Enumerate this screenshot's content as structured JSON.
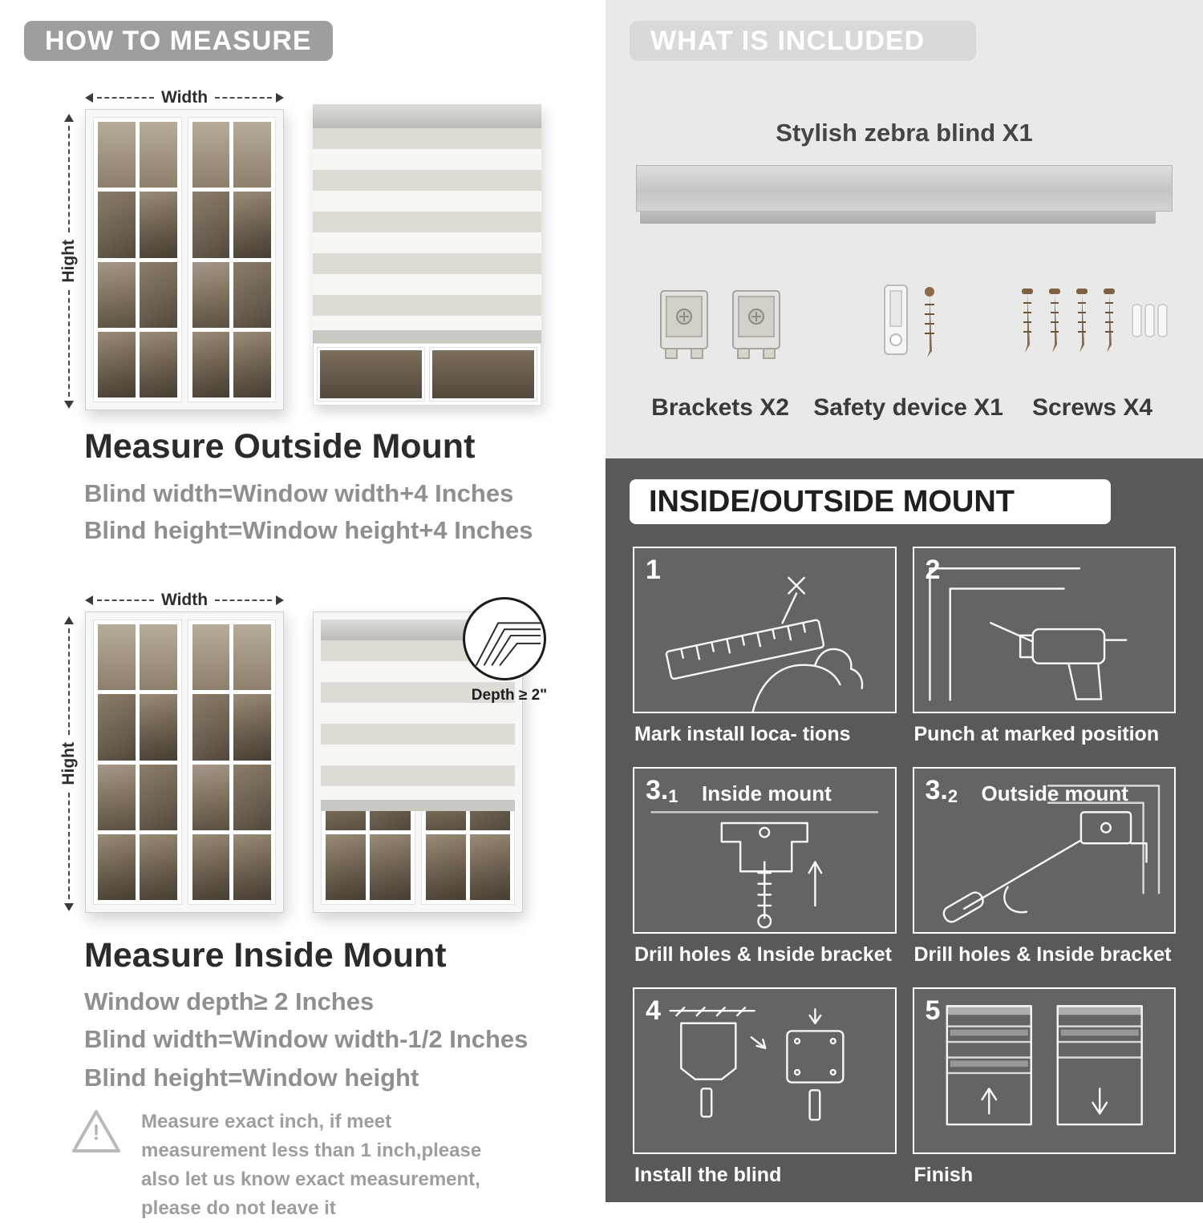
{
  "left": {
    "badge": "HOW TO MEASURE",
    "warning_mark": "!",
    "outside": {
      "width_label": "Width",
      "height_label": "Hight",
      "title": "Measure Outside Mount",
      "lines": [
        "Blind width=Window width+4 Inches",
        "Blind height=Window height+4 Inches"
      ]
    },
    "inside": {
      "width_label": "Width",
      "height_label": "Hight",
      "depth_label": "Depth ≥ 2\"",
      "title": "Measure Inside Mount",
      "lines": [
        "Window depth≥ 2 Inches",
        "Blind width=Window width-1/2 Inches",
        "Blind height=Window height"
      ]
    },
    "note": "Measure exact inch, if meet measurement less than 1 inch,please also let us know exact measurement, please do not leave it"
  },
  "right": {
    "included": {
      "badge": "WHAT IS INCLUDED",
      "blind_label": "Stylish zebra blind X1",
      "items": [
        {
          "icon": "brackets-icon",
          "label": "Brackets X2"
        },
        {
          "icon": "safety-device-icon",
          "label": "Safety device X1"
        },
        {
          "icon": "screws-icon",
          "label": "Screws X4"
        }
      ]
    },
    "mount": {
      "badge": "INSIDE/OUTSIDE MOUNT",
      "steps": [
        {
          "num": "1",
          "caption": "Mark install loca- tions"
        },
        {
          "num": "2",
          "caption": "Punch at  marked position"
        },
        {
          "num": "3.",
          "num_sub": "1",
          "inner_label": "Inside mount",
          "caption": "Drill holes &  Inside bracket"
        },
        {
          "num": "3.",
          "num_sub": "2",
          "inner_label": "Outside mount",
          "caption": "Drill holes &  Inside bracket"
        },
        {
          "num": "4",
          "caption": "Install the blind"
        },
        {
          "num": "5",
          "caption": "Finish"
        }
      ]
    }
  }
}
